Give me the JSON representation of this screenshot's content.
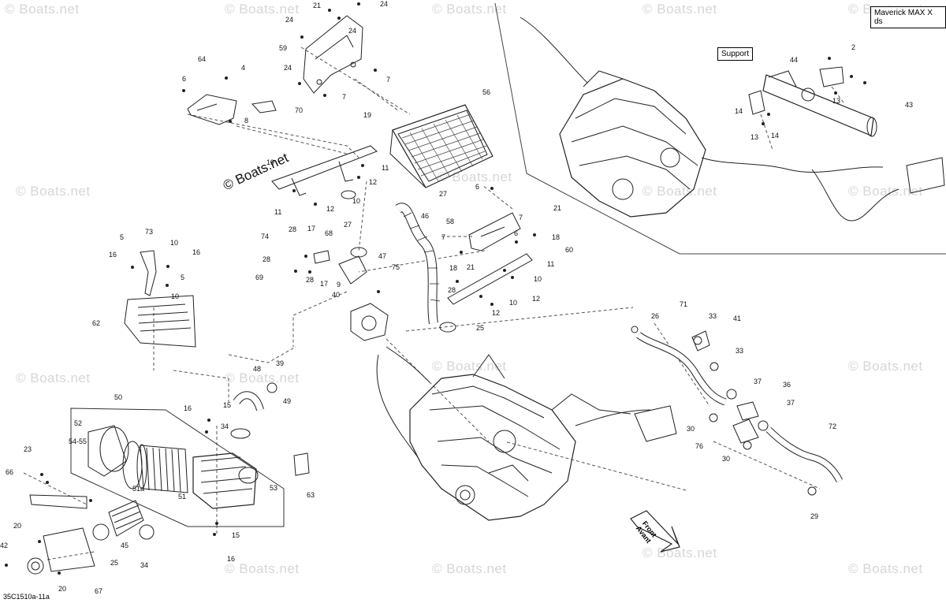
{
  "diagram": {
    "model": "Maverick MAX X ds",
    "support_label": "Support",
    "diagram_id": "35C1510a-11a",
    "brand_mark": "© Boats.net",
    "front_arrow": {
      "line1": "Front",
      "line2": "Avant"
    },
    "watermark": "© Boats.net"
  },
  "callouts": {
    "c1": "21",
    "c2": "24",
    "c3": "24",
    "c4": "24",
    "c5": "59",
    "c6": "24",
    "c7": "7",
    "c8": "7",
    "c9": "64",
    "c10": "4",
    "c11": "6",
    "c12": "70",
    "c13": "8",
    "c14": "19",
    "c15": "19",
    "c16": "56",
    "c17": "11",
    "c18": "12",
    "c19": "10",
    "c20": "11",
    "c21": "12",
    "c22": "27",
    "c23": "6",
    "c24": "46",
    "c25": "58",
    "c26": "21",
    "c27": "7",
    "c28": "18",
    "c29": "7",
    "c30": "6",
    "c31": "60",
    "c32": "11",
    "c33": "21",
    "c34": "18",
    "c35": "10",
    "c36": "10",
    "c37": "12",
    "c38": "12",
    "c39": "28",
    "c40": "25",
    "c41": "27",
    "c42": "47",
    "c43": "75",
    "c44": "40",
    "c45": "9",
    "c46": "68",
    "c47": "17",
    "c48": "28",
    "c49": "17",
    "c50": "74",
    "c51": "28",
    "c52": "69",
    "c53": "28",
    "c54": "5",
    "c55": "73",
    "c56": "10",
    "c57": "16",
    "c58": "16",
    "c59": "5",
    "c60": "10",
    "c61": "62",
    "c62": "48",
    "c63": "39",
    "c64": "49",
    "c65": "50",
    "c66": "16",
    "c67": "15",
    "c68": "34",
    "c69": "52",
    "c70": "54-55",
    "c71": "51a",
    "c72": "51",
    "c73": "53",
    "c74": "63",
    "c75": "23",
    "c76": "66",
    "c77": "20",
    "c78": "42",
    "c79": "20",
    "c80": "67",
    "c81": "45",
    "c82": "25",
    "c83": "34",
    "c84": "15",
    "c85": "16",
    "c86": "26",
    "c87": "71",
    "c88": "33",
    "c89": "41",
    "c90": "33",
    "c91": "37",
    "c92": "36",
    "c93": "37",
    "c94": "30",
    "c95": "76",
    "c96": "30",
    "c97": "72",
    "c98": "29",
    "c99": "2",
    "c100": "44",
    "c101": "13",
    "c102": "43",
    "c103": "14",
    "c104": "13",
    "c105": "14"
  }
}
